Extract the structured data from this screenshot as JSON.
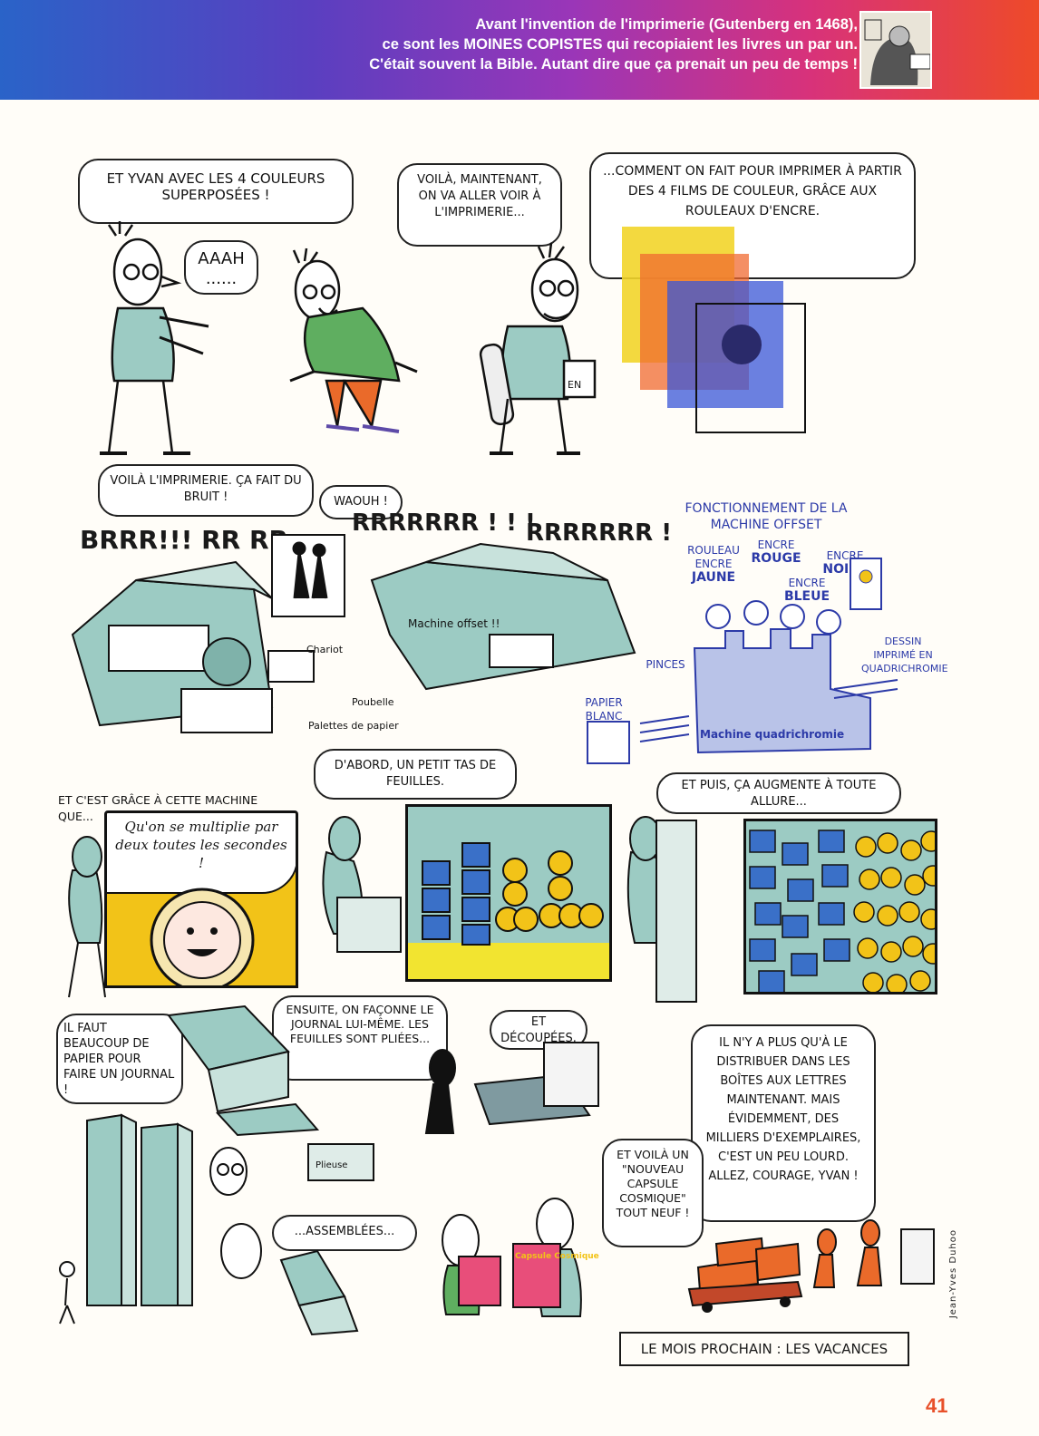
{
  "banner": {
    "line1": "Avant l'invention de l'imprimerie (Gutenberg en 1468),",
    "line2": "ce sont les MOINES COPISTES qui recopiaient les livres un par un.",
    "line3": "C'était souvent la Bible. Autant dire que ça prenait un peu de temps !"
  },
  "row1": {
    "bubble1": "Et Yvan avec les 4 couleurs superposées !",
    "bubble2": "Aaah ......",
    "bubble3": "Voilà, maintenant, on va aller voir à l'imprimerie...",
    "bubble4": "...Comment on fait pour imprimer à partir des 4 films de couleur, grâce aux rouleaux d'encre.",
    "can_label": "EN"
  },
  "row2": {
    "bubble1": "Voilà l'imprimerie. Ça fait du bruit !",
    "bubble2": "Waouh !",
    "noise1": "BRRR!!! RR RR",
    "noise2": "RRRRRRR ! ! !",
    "noise3": "RRRRRRR !",
    "label_chariot": "Chariot",
    "label_machine": "Machine offset !!",
    "label_poubelle": "Poubelle",
    "label_palettes": "Palettes de papier",
    "diagram": {
      "title_line1": "Fonctionnement de la",
      "title_line2": "machine offset",
      "rouleau_line1": "Rouleau",
      "rouleau_line2": "encre",
      "rouleau_line3": "Jaune",
      "rouge_line1": "Encre",
      "rouge_line2": "Rouge",
      "bleue_line1": "Encre",
      "bleue_line2": "Bleue",
      "noire_line1": "Encre",
      "noire_line2": "Noire",
      "dessin_line1": "Dessin",
      "dessin_line2": "imprimé en",
      "dessin_line3": "quadrichromie",
      "pinces": "Pinces",
      "papier_line1": "Papier",
      "papier_line2": "blanc",
      "machine": "Machine quadrichromie"
    }
  },
  "row3": {
    "caption1": "Et c'est grâce à cette machine que...",
    "thought": "Qu'on se multiplie par deux toutes les secondes !",
    "bubble2": "D'abord, un petit tas de feuilles.",
    "bubble3": "Et puis, ça augmente à toute allure..."
  },
  "row4": {
    "bubble1": "Il faut beaucoup de papier pour faire un journal !",
    "bubble2": "Ensuite, on façonne le journal lui-même. Les feuilles sont pliées...",
    "bubble3": "Et découpées.",
    "bubble4": "Il n'y a plus qu'à le distribuer dans les boîtes aux lettres maintenant. Mais évidemment, des milliers d'exemplaires, c'est un peu lourd. Allez, courage, Yvan !",
    "bubble5": "Et voilà un \"Nouveau Capsule Cosmique\" tout neuf !",
    "bubble6": "...Assemblées...",
    "plieuse": "Plieuse",
    "magazine_title": "Capsule Cosmique"
  },
  "footer": {
    "next_month": "Le mois prochain : les vacances",
    "page_number": "41",
    "signature": "Jean-Yves Duhoo"
  },
  "colors": {
    "ink_blue": "#2c3aa8",
    "paper_teal": "#9ccbc3",
    "yellow": "#f2c318",
    "orange": "#e8502a"
  }
}
